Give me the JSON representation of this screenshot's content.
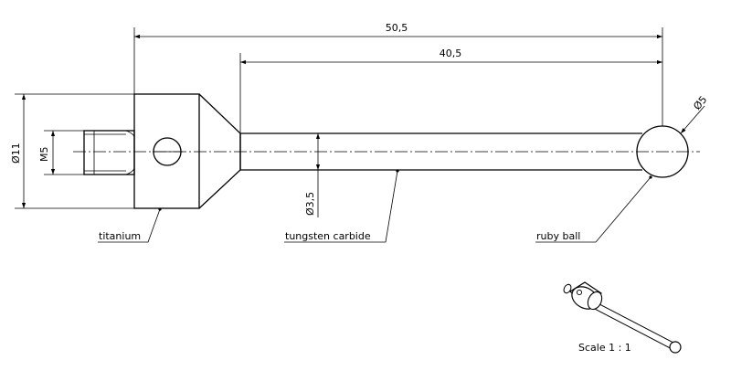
{
  "drawing": {
    "dimensions": {
      "overall_length": "50,5",
      "stem_length": "40,5",
      "ball_diameter": "Ø5",
      "body_diameter": "Ø11",
      "thread": "M5",
      "stem_diameter": "Ø3,5"
    },
    "materials": {
      "body": "titanium",
      "stem": "tungsten carbide",
      "tip": "ruby ball"
    },
    "scale": "Scale 1 : 1"
  }
}
